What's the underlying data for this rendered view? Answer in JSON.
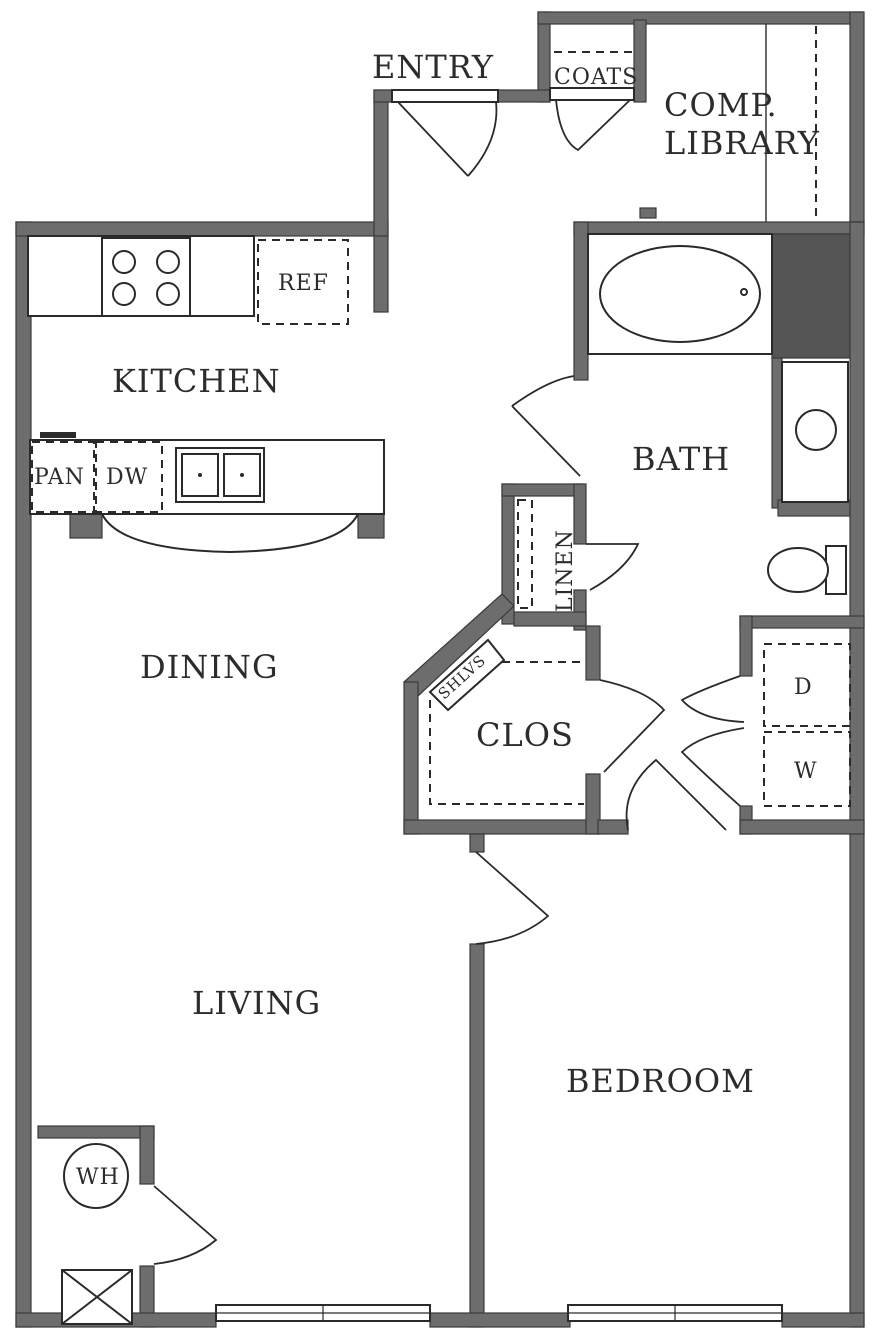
{
  "rooms": {
    "entry": "ENTRY",
    "coats": "COATS",
    "comp_library_1": "COMP.",
    "comp_library_2": "LIBRARY",
    "kitchen": "KITCHEN",
    "ref": "REF",
    "pan": "PAN",
    "dw": "DW",
    "bath": "BATH",
    "linen": "LINEN",
    "shlvs": "SHLVS",
    "clos": "CLOS",
    "dining": "DINING",
    "dryer": "D",
    "washer": "W",
    "living": "LIVING",
    "bedroom": "BEDROOM",
    "water_heater": "WH"
  },
  "colors": {
    "wall": "#6d6d6d",
    "ink": "#2a2a2a",
    "background": "#ffffff"
  }
}
